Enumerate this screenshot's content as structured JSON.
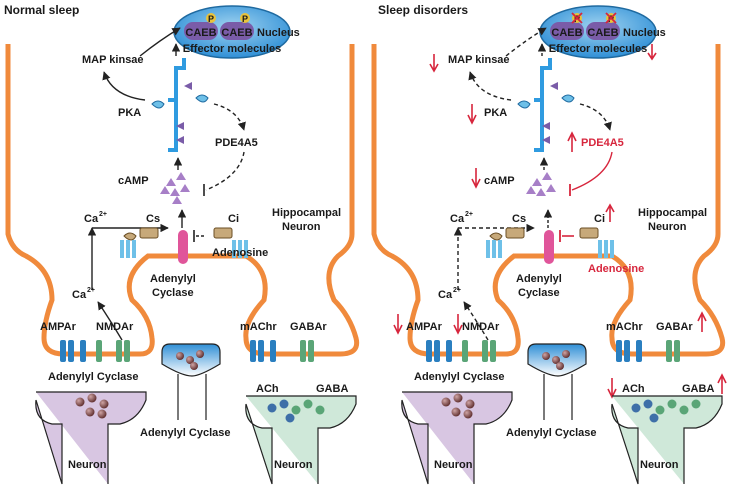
{
  "panels": {
    "left": {
      "title": "Normal sleep",
      "nucleus": {
        "caeb1": "CAEB",
        "caeb2": "CAEB",
        "p1": "P",
        "p2": "P",
        "nucleus_label": "Nucleus",
        "effector": "Effector molecules"
      },
      "map_kinase": "MAP kinsae",
      "pka": "PKA",
      "pde": "PDE4A5",
      "camp": "cAMP",
      "ca_top": "Ca",
      "ca_top_sup": "2+",
      "cs": "Cs",
      "ci": "Ci",
      "hippocampal": "Hippocampal",
      "neuron_word": "Neuron",
      "adenosine": "Adenosine",
      "adenylyl_cyclase": "Adenylyl Cyclase",
      "ca_mid": "Ca",
      "ca_mid_sup": "2+",
      "ampar": "AMPAr",
      "nmdar": "NMDAr",
      "machr": "mAChr",
      "gabar": "GABAr",
      "ach": "ACh",
      "gaba": "GABA",
      "lower_ac_label": "Adenylyl Cyclase",
      "bottom_ac_label": "Adenylyl Cyclase",
      "neuron_left": "Neuron",
      "neuron_right": "Neuron"
    },
    "right": {
      "title": "Sleep disorders",
      "nucleus": {
        "caeb1": "CAEB",
        "caeb2": "CAEB",
        "p1": "P",
        "p2": "P",
        "nucleus_label": "Nucleus",
        "effector": "Effector molecules"
      },
      "map_kinase": "MAP kinsae",
      "pka": "PKA",
      "pde": "PDE4A5",
      "camp": "cAMP",
      "ca_top": "Ca",
      "ca_top_sup": "2+",
      "cs": "Cs",
      "ci": "Ci",
      "hippocampal": "Hippocampal",
      "neuron_word": "Neuron",
      "adenosine": "Adenosine",
      "adenylyl_cyclase": "Adenylyl Cyclase",
      "ca_mid": "Ca",
      "ca_mid_sup": "2+",
      "ampar": "AMPAr",
      "nmdar": "NMDAr",
      "machr": "mAChr",
      "gabar": "GABAr",
      "ach": "ACh",
      "gaba": "GABA",
      "lower_ac_label": "Adenylyl Cyclase",
      "bottom_ac_label": "Adenylyl Cyclase",
      "neuron_left": "Neuron",
      "neuron_right": "Neuron"
    }
  },
  "colors": {
    "membrane": "#f08a3c",
    "nucleus_fill": "#4aa6d8",
    "caeb_fill": "#7a5ca8",
    "p_fill": "#e8c33c",
    "signal_blue": "#2f9be0",
    "camp": "#a77fc7",
    "receptor_blue": "#2a7fc0",
    "receptor_green": "#5aa577",
    "cyclase_pink": "#e0559a",
    "neuron_purple": "#d8c6e2",
    "neuron_green": "#cfe8d9",
    "neuron_blue": "#2f8fd6",
    "up_down_red": "#d7263d"
  }
}
